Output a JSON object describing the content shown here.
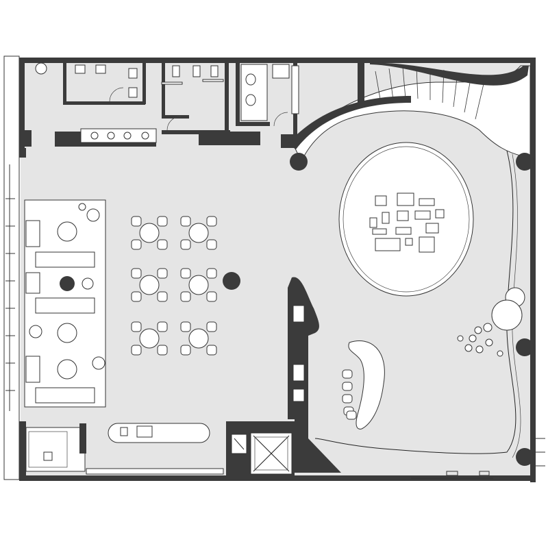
{
  "title": "",
  "colors": {
    "wall": "#3b3b3b",
    "floor": "#e5e5e5",
    "furniture": "#ffffff",
    "line": "#222222"
  },
  "rooms": [
    "restrooms",
    "storage",
    "lounge-seating",
    "dining-area",
    "oval-feature-area",
    "bar-counter",
    "kitchenette",
    "elevator-core",
    "curved-stair"
  ],
  "counts": {
    "dining_table_sets": 6,
    "bar_stools": 5,
    "elevators": 1
  }
}
